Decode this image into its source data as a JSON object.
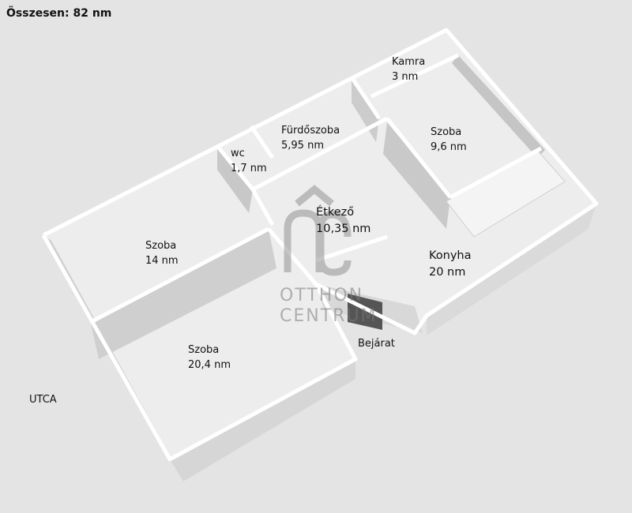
{
  "header": {
    "total_area": "Összesen: 82 nm"
  },
  "rooms": [
    {
      "name": "Kamra",
      "area": "3 nm"
    },
    {
      "name": "Fürdőszoba",
      "area": "5,95 nm"
    },
    {
      "name": "wc",
      "area": "1,7 nm"
    },
    {
      "name": "Szoba",
      "area": "9,6 nm"
    },
    {
      "name": "Étkező",
      "area": "10,35 nm"
    },
    {
      "name": "Szoba",
      "area": "14 nm"
    },
    {
      "name": "Konyha",
      "area": "20 nm"
    },
    {
      "name": "Szoba",
      "area": "20,4 nm"
    }
  ],
  "labels": {
    "entrance": "Bejárat",
    "street": "UTCA"
  },
  "watermark": {
    "line1": "OTTHON",
    "line2": "CENTRUM",
    "logo": "OC"
  },
  "colors": {
    "background": "#e4e4e4",
    "floor": "#ededed",
    "wall_side": "#c9c9c9",
    "wall_top": "#ffffff"
  }
}
